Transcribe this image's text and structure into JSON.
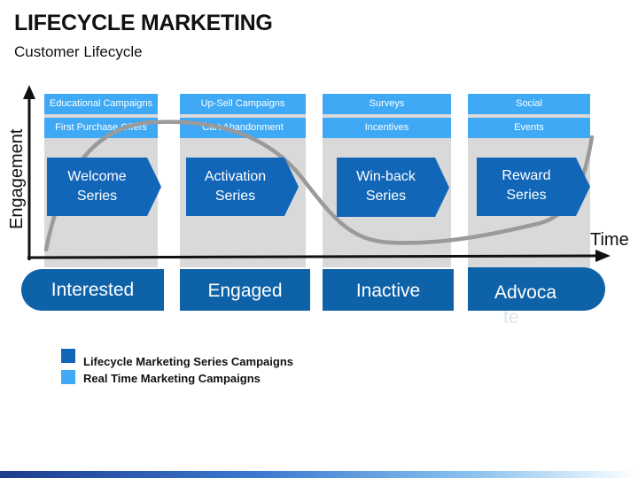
{
  "title": "LIFECYCLE MARKETING",
  "subtitle": "Customer Lifecycle",
  "axis": {
    "y_label": "Engagement",
    "x_label": "Time"
  },
  "columns": [
    {
      "realtime": [
        "Educational Campaigns",
        "First Purchase Offers"
      ],
      "series": [
        "Welcome",
        "Series"
      ],
      "stage": "Interested"
    },
    {
      "realtime": [
        "Up-Sell Campaigns",
        "Cart Abandonment"
      ],
      "series": [
        "Activation",
        "Series"
      ],
      "stage": "Engaged"
    },
    {
      "realtime": [
        "Surveys",
        "Incentives"
      ],
      "series": [
        "Win-back",
        "Series"
      ],
      "stage": "Inactive"
    },
    {
      "realtime": [
        "Social",
        "Events"
      ],
      "series": [
        "Reward",
        "Series"
      ],
      "stage": "Advoca",
      "stage_overflow": "te"
    }
  ],
  "legend": [
    {
      "label": "Lifecycle Marketing Series Campaigns",
      "color": "#1166b8"
    },
    {
      "label": "Real Time Marketing Campaigns",
      "color": "#3fa9f5"
    }
  ],
  "colors": {
    "column_bg": "#d9d9d9",
    "tag": "#3fa9f5",
    "series": "#1166b8",
    "stage": "#0e62a8",
    "curve": "#9a9a9a",
    "axis": "#111111"
  }
}
